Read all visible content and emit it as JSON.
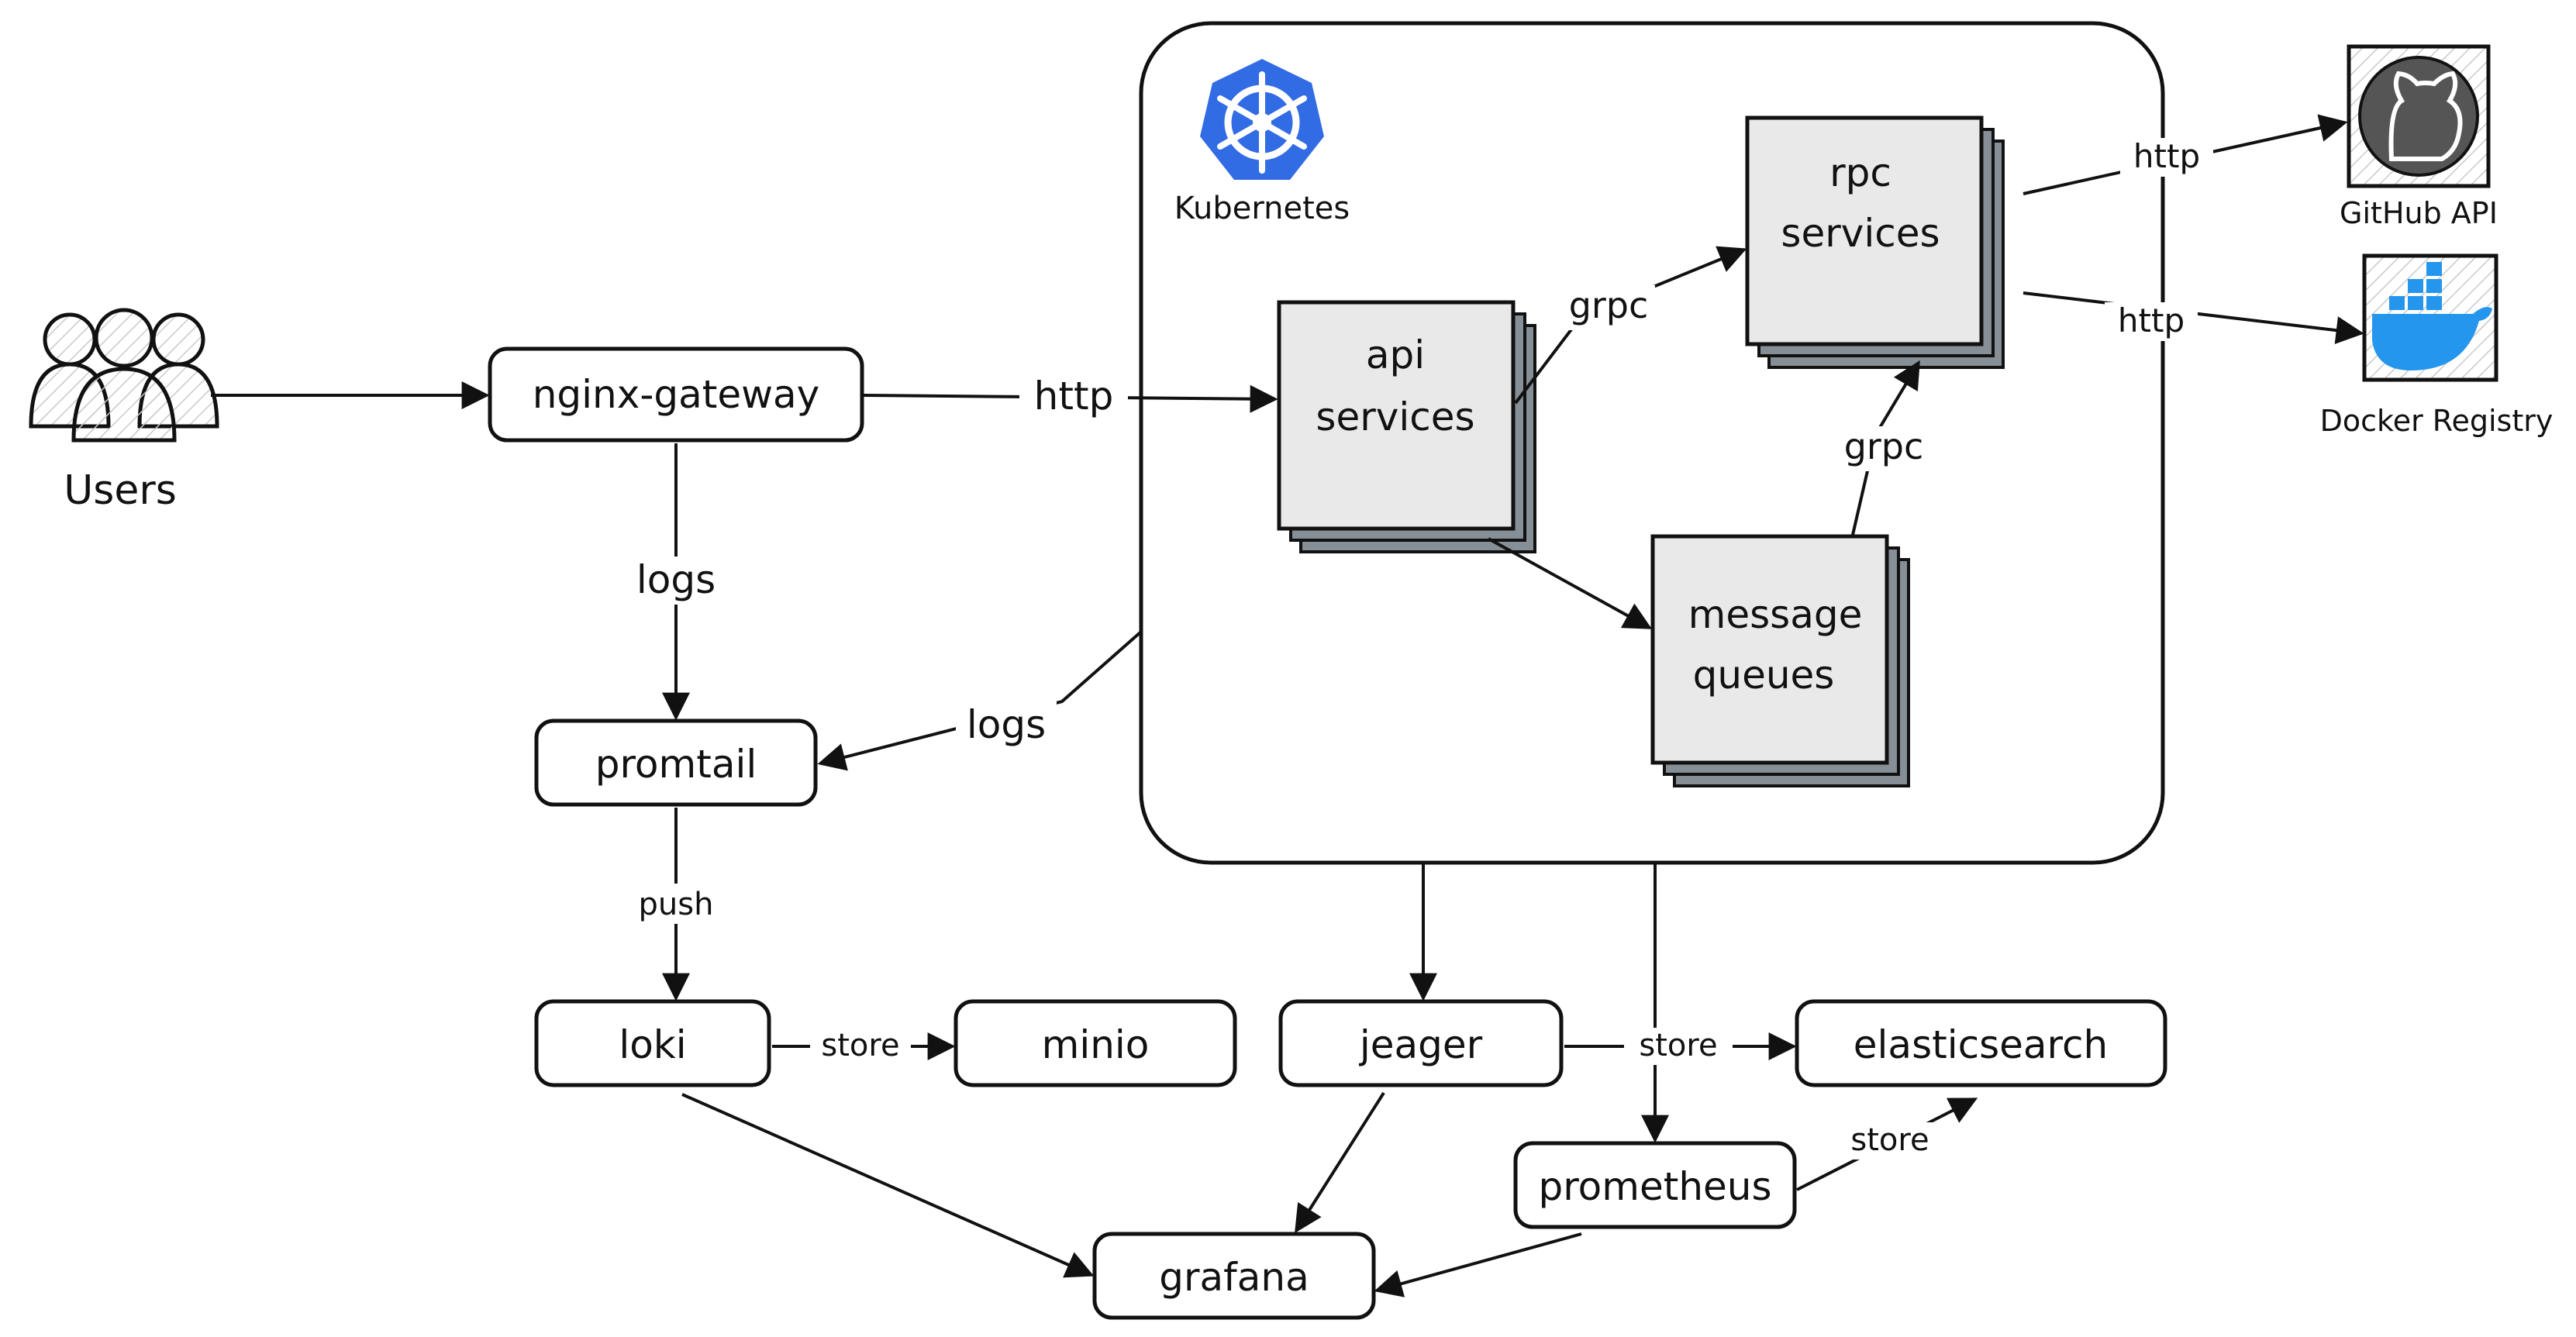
{
  "kubernetes": {
    "label": "Kubernetes",
    "icon": "kubernetes-icon",
    "color": "#326ce5"
  },
  "actors": {
    "users": "Users"
  },
  "nodes": {
    "nginx_gateway": "nginx-gateway",
    "api_services": [
      "api",
      "services"
    ],
    "rpc_services": [
      "rpc",
      "services"
    ],
    "message_queues": [
      "message",
      "queues"
    ],
    "promtail": "promtail",
    "loki": "loki",
    "minio": "minio",
    "jeager": "jeager",
    "elasticsearch": "elasticsearch",
    "prometheus": "prometheus",
    "grafana": "grafana"
  },
  "external": {
    "github": {
      "label": "GitHub API",
      "icon": "github-icon"
    },
    "docker": {
      "label": "Docker Registry",
      "icon": "docker-icon",
      "color": "#2496ed"
    }
  },
  "edges": {
    "http": "http",
    "grpc": "grpc",
    "logs": "logs",
    "push": "push",
    "store": "store"
  },
  "colors": {
    "service_fill": "#e9e9e9",
    "service_shadow": "#868e96",
    "stroke": "#111111",
    "hatch": "#c9c9c9"
  }
}
